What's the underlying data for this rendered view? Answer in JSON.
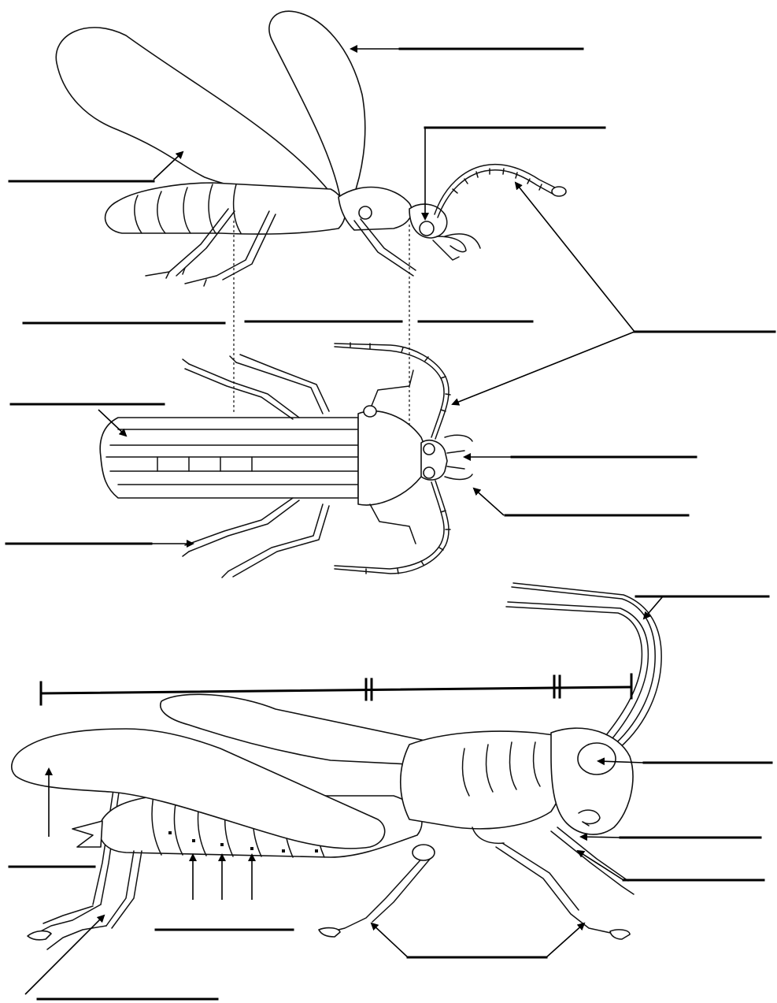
{
  "worksheet": {
    "colors": {
      "ink": "#111111",
      "paper": "#ffffff"
    },
    "figures": [
      "beetle-side-view",
      "beetle-top-view",
      "grasshopper-side-view"
    ],
    "answer_blanks_count": 19
  }
}
